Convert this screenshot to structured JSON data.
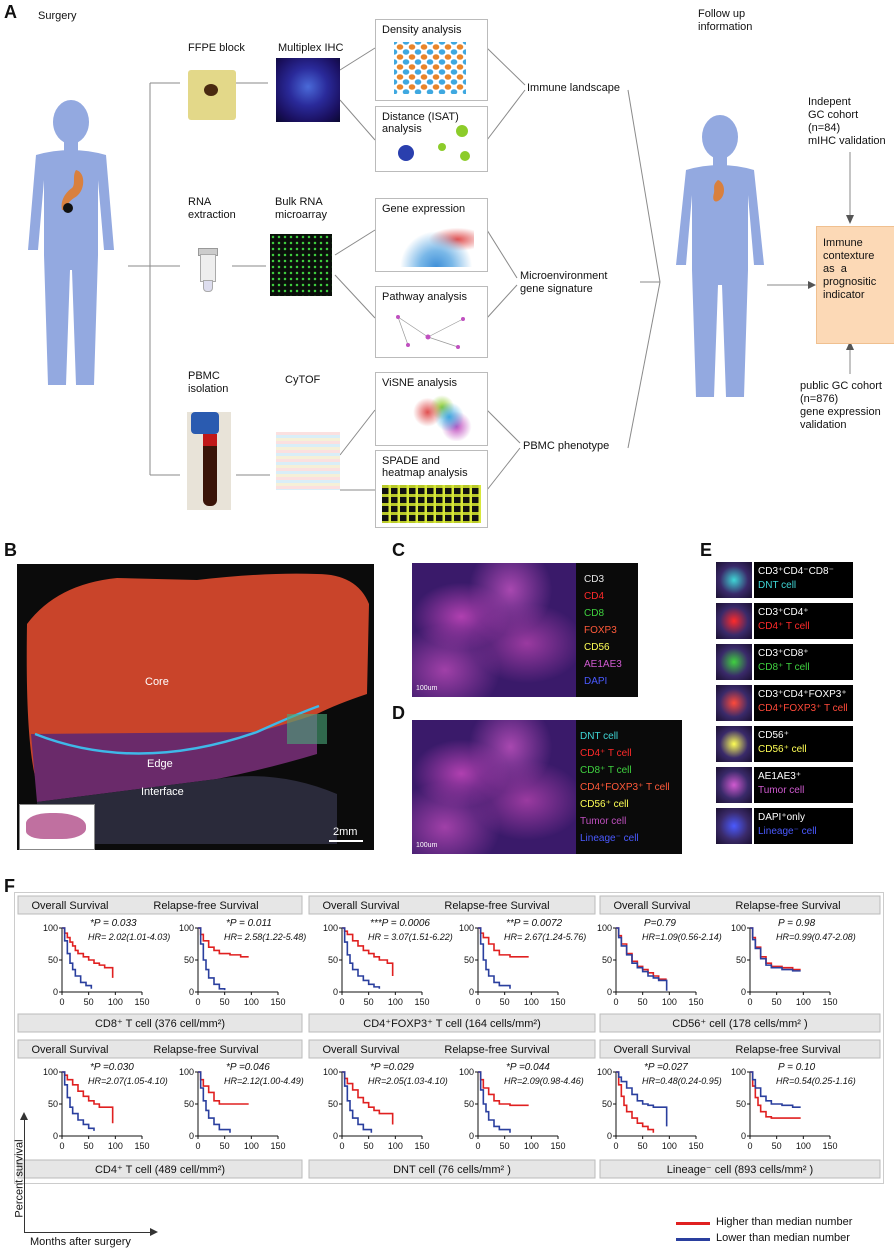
{
  "panelA": {
    "letter": "A",
    "surgery": "Surgery",
    "follow_up": "Follow up\ninformation",
    "rows": [
      {
        "step": "FFPE block",
        "method": "Multiplex IHC"
      },
      {
        "step": "RNA\nextraction",
        "method": "Bulk RNA\nmicroarray"
      },
      {
        "step": "PBMC\nisolation",
        "method": "CyTOF"
      }
    ],
    "analyses": [
      "Density analysis",
      "Distance (ISAT)\nanalysis",
      "Gene expression",
      "Pathway analysis",
      "ViSNE analysis",
      "SPADE and\nheatmap analysis"
    ],
    "outcomes": [
      "Immune landscape",
      "Microenvironment\ngene signature",
      "PBMC phenotype"
    ],
    "independent": "Indepent\nGC cohort\n(n=84)\nmIHC validation",
    "indicator": "Immune\ncontexture\nas  a\nprognositic\nindicator",
    "public": "public GC cohort\n(n=876)\ngene expression\nvalidation",
    "colors": {
      "body": "#93a9e0",
      "indicator_bg": "#fcd9b6",
      "organ": "#d9803e"
    }
  },
  "panelB": {
    "letter": "B",
    "core": "Core",
    "edge": "Edge",
    "interface": "Interface",
    "scale": "2mm"
  },
  "panelC": {
    "letter": "C",
    "legend": [
      "CD3",
      "CD4",
      "CD8",
      "FOXP3",
      "CD56",
      "AE1AE3",
      "DAPI"
    ],
    "legend_colors": [
      "#e6e6e6",
      "#ff2a2a",
      "#3fd13f",
      "#ff5a3a",
      "#ffff55",
      "#d05ad0",
      "#4a5aff"
    ],
    "scale": "100um"
  },
  "panelD": {
    "letter": "D",
    "legend": [
      "DNT cell",
      "CD4⁺ T cell",
      "CD8⁺ T cell",
      "CD4⁺FOXP3⁺ T cell",
      "CD56⁺ cell",
      "Tumor cell",
      "Lineage⁻ cell"
    ],
    "legend_colors": [
      "#3fd6d6",
      "#ff2a2a",
      "#3fd13f",
      "#ff5a3a",
      "#ffff55",
      "#c050c0",
      "#4a5aff"
    ],
    "scale": "100um"
  },
  "panelE": {
    "letter": "E",
    "rows": [
      {
        "line1": "CD3⁺CD4⁻CD8⁻",
        "line2": "DNT cell",
        "color": "#3fd6d6"
      },
      {
        "line1": "CD3⁺CD4⁺",
        "line2": "CD4⁺ T cell",
        "color": "#ff2a2a"
      },
      {
        "line1": "CD3⁺CD8⁺",
        "line2": "CD8⁺ T cell",
        "color": "#3fd13f"
      },
      {
        "line1": "CD3⁺CD4⁺FOXP3⁺",
        "line2": "CD4⁺FOXP3⁺ T cell",
        "color": "#ff4a3a"
      },
      {
        "line1": "CD56⁺",
        "line2": "CD56⁺ cell",
        "color": "#ffff55"
      },
      {
        "line1": "AE1AE3⁺",
        "line2": "Tumor cell",
        "color": "#d05ad0"
      },
      {
        "line1": "DAPI⁺only",
        "line2": "Lineage⁻ cell",
        "color": "#4a5aff"
      }
    ]
  },
  "panelF": {
    "letter": "F",
    "os": "Overall Survival",
    "rfs": "Relapse-free Survival",
    "ylabel": "Percent survival",
    "xlabel": "Months after surgery",
    "legend_high": "Higher than median number",
    "legend_low": "Lower than median number",
    "colors": {
      "high": "#e02020",
      "low": "#2a3f9e"
    },
    "groups_top": [
      "CD8⁺ T cell  (376 cell/mm²)",
      "CD4⁺FOXP3⁺ T cell (164 cells/mm²)",
      "CD56⁺ cell   (178 cells/mm² )"
    ],
    "groups_bottom": [
      "CD4⁺ T cell  (489 cell/mm²)",
      "DNT cell  (76 cells/mm² )",
      "Lineage⁻ cell (893 cells/mm² )"
    ],
    "y_ticks": [
      "0",
      "50",
      "100"
    ],
    "x_ticks": [
      "0",
      "50",
      "100",
      "150"
    ]
  },
  "chart_data": [
    {
      "type": "line",
      "title": "CD8⁺ T cell (376 cell/mm²) - Overall Survival",
      "p": "*P = 0.033",
      "hr": "HR= 2.02(1.01-4.03)",
      "x_range": [
        0,
        150
      ],
      "y_range": [
        0,
        100
      ],
      "series": [
        {
          "name": "Higher than median number",
          "x": [
            0,
            5,
            10,
            15,
            20,
            25,
            30,
            40,
            50,
            60,
            70,
            80,
            95
          ],
          "y": [
            100,
            92,
            85,
            78,
            72,
            65,
            60,
            55,
            50,
            45,
            42,
            38,
            22
          ]
        },
        {
          "name": "Lower than median number",
          "x": [
            0,
            5,
            10,
            15,
            20,
            25,
            35,
            45,
            55
          ],
          "y": [
            100,
            80,
            60,
            45,
            35,
            25,
            15,
            10,
            5
          ]
        }
      ]
    },
    {
      "type": "line",
      "title": "CD8⁺ T cell (376 cell/mm²) - Relapse-free Survival",
      "p": "*P = 0.011",
      "hr": "HR= 2.58(1.22-5.48)",
      "x_range": [
        0,
        150
      ],
      "y_range": [
        0,
        100
      ],
      "series": [
        {
          "name": "Higher than median number",
          "x": [
            0,
            5,
            10,
            20,
            30,
            40,
            60,
            80,
            95
          ],
          "y": [
            100,
            90,
            80,
            70,
            65,
            60,
            58,
            55,
            55
          ]
        },
        {
          "name": "Lower than median number",
          "x": [
            0,
            5,
            10,
            15,
            20,
            30,
            40,
            50
          ],
          "y": [
            100,
            75,
            50,
            35,
            22,
            12,
            5,
            3
          ]
        }
      ]
    },
    {
      "type": "line",
      "title": "CD4⁺FOXP3⁺ T cell (164 cells/mm²) - Overall Survival",
      "p": "***P = 0.0006",
      "hr": "HR = 3.07(1.51-6.22)",
      "x_range": [
        0,
        150
      ],
      "y_range": [
        0,
        100
      ],
      "series": [
        {
          "name": "Higher than median number",
          "x": [
            0,
            5,
            10,
            20,
            30,
            40,
            50,
            60,
            70,
            85,
            95
          ],
          "y": [
            100,
            95,
            90,
            80,
            72,
            65,
            60,
            55,
            50,
            45,
            25
          ]
        },
        {
          "name": "Lower than median number",
          "x": [
            0,
            5,
            10,
            15,
            20,
            30,
            40,
            50,
            60,
            70
          ],
          "y": [
            100,
            78,
            58,
            45,
            35,
            25,
            18,
            12,
            8,
            5
          ]
        }
      ]
    },
    {
      "type": "line",
      "title": "CD4⁺FOXP3⁺ T cell (164 cells/mm²) - Relapse-free Survival",
      "p": "**P = 0.0072",
      "hr": "HR= 2.67(1.24-5.76)",
      "x_range": [
        0,
        150
      ],
      "y_range": [
        0,
        100
      ],
      "series": [
        {
          "name": "Higher than median number",
          "x": [
            0,
            5,
            10,
            20,
            30,
            40,
            60,
            80,
            95
          ],
          "y": [
            100,
            92,
            85,
            75,
            65,
            58,
            55,
            55,
            55
          ]
        },
        {
          "name": "Lower than median number",
          "x": [
            0,
            5,
            10,
            15,
            20,
            30,
            40,
            60
          ],
          "y": [
            100,
            75,
            50,
            35,
            25,
            15,
            10,
            5
          ]
        }
      ]
    },
    {
      "type": "line",
      "title": "CD56⁺ cell (178 cells/mm²) - Overall Survival",
      "p": "P=0.79",
      "hr": "HR=1.09(0.56-2.14)",
      "x_range": [
        0,
        150
      ],
      "y_range": [
        0,
        100
      ],
      "series": [
        {
          "name": "Higher than median number",
          "x": [
            0,
            5,
            10,
            20,
            30,
            40,
            50,
            60,
            70,
            80,
            95
          ],
          "y": [
            100,
            88,
            75,
            60,
            48,
            40,
            35,
            30,
            25,
            20,
            20
          ]
        },
        {
          "name": "Lower than median number",
          "x": [
            0,
            5,
            10,
            20,
            30,
            40,
            50,
            60,
            70,
            80,
            95
          ],
          "y": [
            100,
            85,
            72,
            58,
            45,
            38,
            32,
            25,
            22,
            18,
            2
          ]
        }
      ]
    },
    {
      "type": "line",
      "title": "CD56⁺ cell (178 cells/mm²) - Relapse-free Survival",
      "p": "P = 0.98",
      "hr": "HR=0.99(0.47-2.08)",
      "x_range": [
        0,
        150
      ],
      "y_range": [
        0,
        100
      ],
      "series": [
        {
          "name": "Higher than median number",
          "x": [
            0,
            5,
            10,
            20,
            30,
            40,
            60,
            80,
            95
          ],
          "y": [
            100,
            85,
            70,
            55,
            45,
            40,
            38,
            35,
            35
          ]
        },
        {
          "name": "Lower than median number",
          "x": [
            0,
            5,
            10,
            20,
            30,
            40,
            60,
            80,
            95
          ],
          "y": [
            100,
            82,
            68,
            52,
            42,
            38,
            35,
            33,
            33
          ]
        }
      ]
    },
    {
      "type": "line",
      "title": "CD4⁺ T cell (489 cell/mm²) - Overall Survival",
      "p": "*P =0.030",
      "hr": "HR=2.07(1.05-4.10)",
      "x_range": [
        0,
        150
      ],
      "y_range": [
        0,
        100
      ],
      "series": [
        {
          "name": "Higher than median number",
          "x": [
            0,
            5,
            10,
            20,
            30,
            40,
            50,
            60,
            70,
            85,
            95
          ],
          "y": [
            100,
            95,
            88,
            80,
            70,
            62,
            55,
            50,
            45,
            45,
            20
          ]
        },
        {
          "name": "Lower than median number",
          "x": [
            0,
            5,
            10,
            15,
            20,
            30,
            40,
            50,
            60
          ],
          "y": [
            100,
            80,
            60,
            45,
            35,
            25,
            18,
            12,
            8
          ]
        }
      ]
    },
    {
      "type": "line",
      "title": "CD4⁺ T cell (489 cell/mm²) - Relapse-free Survival",
      "p": "*P =0.046",
      "hr": "HR=2.12(1.00-4.49)",
      "x_range": [
        0,
        150
      ],
      "y_range": [
        0,
        100
      ],
      "series": [
        {
          "name": "Higher than median number",
          "x": [
            0,
            5,
            10,
            20,
            30,
            40,
            60,
            80,
            95
          ],
          "y": [
            100,
            88,
            78,
            68,
            55,
            50,
            50,
            50,
            50
          ]
        },
        {
          "name": "Lower than median number",
          "x": [
            0,
            5,
            10,
            15,
            20,
            30,
            40,
            60
          ],
          "y": [
            100,
            75,
            55,
            40,
            28,
            18,
            10,
            5
          ]
        }
      ]
    },
    {
      "type": "line",
      "title": "DNT cell (76 cells/mm²) - Overall Survival",
      "p": "*P =0.029",
      "hr": "HR=2.05(1.03-4.10)",
      "x_range": [
        0,
        150
      ],
      "y_range": [
        0,
        100
      ],
      "series": [
        {
          "name": "Higher than median number",
          "x": [
            0,
            5,
            10,
            20,
            30,
            40,
            50,
            60,
            70,
            85,
            95
          ],
          "y": [
            100,
            90,
            82,
            72,
            60,
            52,
            45,
            40,
            35,
            35,
            18
          ]
        },
        {
          "name": "Lower than median number",
          "x": [
            0,
            5,
            10,
            15,
            20,
            30,
            40,
            55
          ],
          "y": [
            100,
            78,
            55,
            40,
            28,
            18,
            10,
            5
          ]
        }
      ]
    },
    {
      "type": "line",
      "title": "DNT cell (76 cells/mm²) - Relapse-free Survival",
      "p": "*P =0.044",
      "hr": "HR=2.09(0.98-4.46)",
      "x_range": [
        0,
        150
      ],
      "y_range": [
        0,
        100
      ],
      "series": [
        {
          "name": "Higher than median number",
          "x": [
            0,
            5,
            10,
            20,
            30,
            40,
            60,
            80,
            95
          ],
          "y": [
            100,
            88,
            75,
            65,
            55,
            50,
            48,
            48,
            48
          ]
        },
        {
          "name": "Lower than median number",
          "x": [
            0,
            5,
            10,
            15,
            20,
            30,
            40,
            60
          ],
          "y": [
            100,
            72,
            50,
            38,
            25,
            15,
            10,
            5
          ]
        }
      ]
    },
    {
      "type": "line",
      "title": "Lineage⁻ cell (893 cells/mm²) - Overall Survival",
      "p": "*P =0.027",
      "hr": "HR=0.48(0.24-0.95)",
      "x_range": [
        0,
        150
      ],
      "y_range": [
        0,
        100
      ],
      "series": [
        {
          "name": "Higher than median number",
          "x": [
            0,
            5,
            10,
            15,
            20,
            30,
            40,
            50,
            60,
            70
          ],
          "y": [
            100,
            80,
            62,
            48,
            38,
            28,
            20,
            15,
            10,
            5
          ]
        },
        {
          "name": "Lower than median number",
          "x": [
            0,
            5,
            10,
            20,
            30,
            40,
            50,
            60,
            70,
            80,
            95
          ],
          "y": [
            100,
            92,
            85,
            75,
            65,
            55,
            50,
            48,
            45,
            45,
            15
          ]
        }
      ]
    },
    {
      "type": "line",
      "title": "Lineage⁻ cell (893 cells/mm²) - Relapse-free Survival",
      "p": "P = 0.10",
      "hr": "HR=0.54(0.25-1.16)",
      "x_range": [
        0,
        150
      ],
      "y_range": [
        0,
        100
      ],
      "series": [
        {
          "name": "Higher than median number",
          "x": [
            0,
            5,
            10,
            15,
            20,
            30,
            40,
            60,
            80,
            95
          ],
          "y": [
            100,
            78,
            60,
            48,
            38,
            30,
            28,
            28,
            28,
            28
          ]
        },
        {
          "name": "Lower than median number",
          "x": [
            0,
            5,
            10,
            20,
            30,
            40,
            60,
            80,
            95
          ],
          "y": [
            100,
            88,
            75,
            62,
            55,
            50,
            48,
            45,
            45
          ]
        }
      ]
    }
  ]
}
